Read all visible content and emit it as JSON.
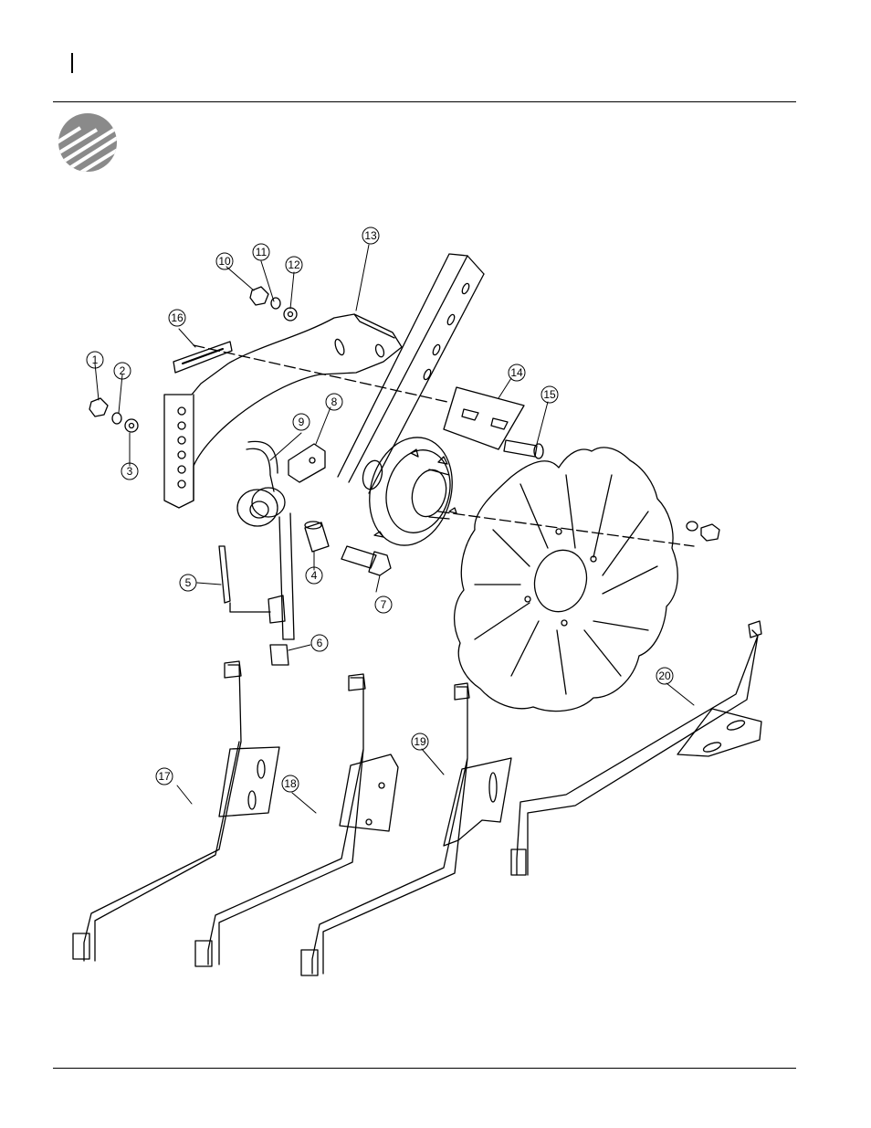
{
  "logo_icon": "brand-logo-icon",
  "callouts": {
    "c1": "1",
    "c2": "2",
    "c3": "3",
    "c4": "4",
    "c5": "5",
    "c6": "6",
    "c7": "7",
    "c8": "8",
    "c9": "9",
    "c10": "10",
    "c11": "11",
    "c12": "12",
    "c13": "13",
    "c14": "14",
    "c15": "15",
    "c16": "16",
    "c17": "17",
    "c18": "18",
    "c19": "19",
    "c20": "20"
  }
}
